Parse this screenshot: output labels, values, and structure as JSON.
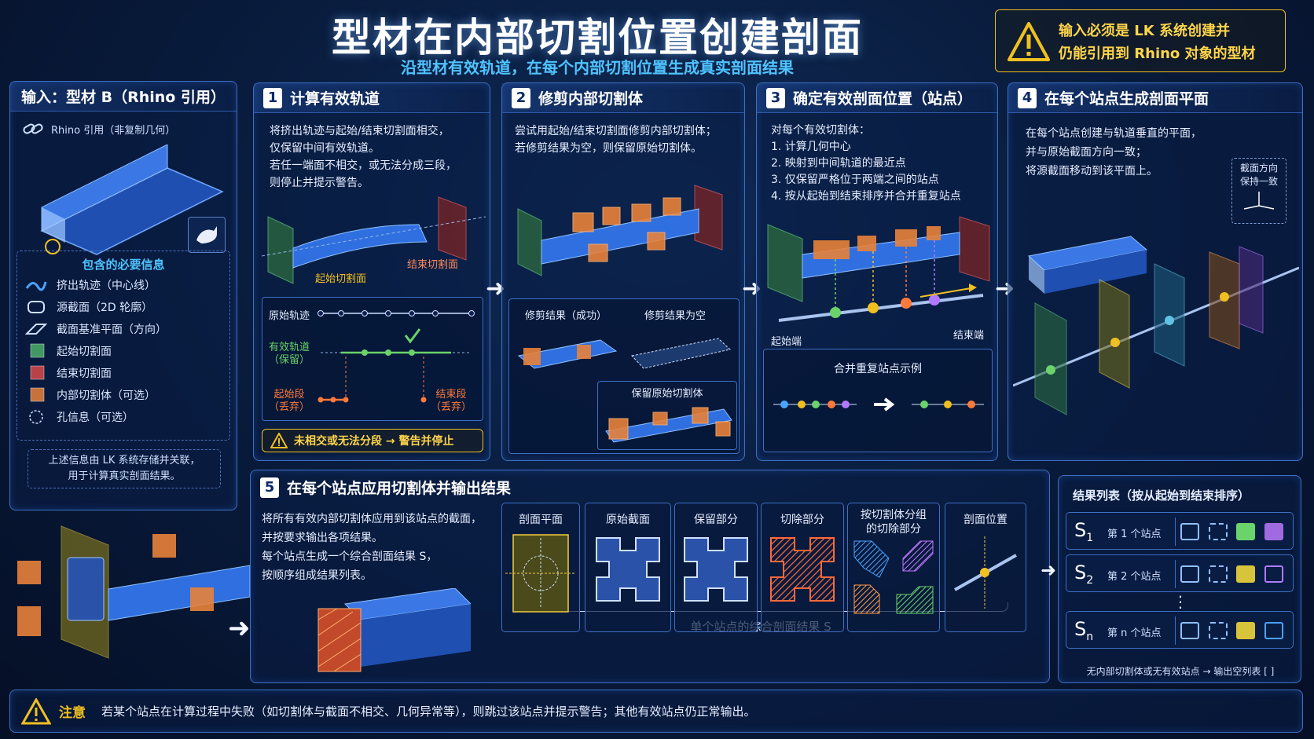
{
  "header": {
    "title": "型材在内部切割位置创建剖面",
    "subtitle": "沿型材有效轨道，在每个内部切割位置生成真实剖面结果",
    "warning_line1": "输入必须是 LK 系统创建并",
    "warning_line2": "仍能引用到 Rhino 对象的型材"
  },
  "input_panel": {
    "title": "输入：型材 B（Rhino 引用）",
    "rhino_ref": "Rhino 引用（非复制几何）",
    "info_title": "包含的必要信息",
    "items": [
      {
        "label": "挤出轨迹（中心线）",
        "icon": "curve-icon",
        "color": "#4aa3ff"
      },
      {
        "label": "源截面（2D 轮廓）",
        "icon": "profile-icon",
        "color": "#cfe0ff"
      },
      {
        "label": "截面基准平面（方向）",
        "icon": "plane-icon",
        "color": "#cfe0ff"
      },
      {
        "label": "起始切割面",
        "icon": "green-box-icon",
        "color": "#4caf6a"
      },
      {
        "label": "结束切割面",
        "icon": "red-box-icon",
        "color": "#d84a4a"
      },
      {
        "label": "内部切割体（可选）",
        "icon": "orange-cube-icon",
        "color": "#e8823a"
      },
      {
        "label": "孔信息（可选）",
        "icon": "dashed-circle-icon",
        "color": "#cfe0ff"
      }
    ],
    "note_line1": "上述信息由 LK 系统存储并关联，",
    "note_line2": "用于计算真实剖面结果。"
  },
  "step1": {
    "num": "1",
    "title": "计算有效轨道",
    "lines": [
      "将挤出轨迹与起始/结束切割面相交，",
      "仅保留中间有效轨道。",
      "若任一端面不相交，或无法分成三段，",
      "则停止并提示警告。"
    ],
    "start_label": "起始切割面",
    "end_label": "结束切割面",
    "orig_rail": "原始轨迹",
    "valid_rail_1": "有效轨道",
    "valid_rail_2": "（保留）",
    "start_seg_1": "起始段",
    "start_seg_2": "（丢弃）",
    "end_seg_1": "结束段",
    "end_seg_2": "（丢弃）",
    "warning": "未相交或无法分段 → 警告并停止"
  },
  "step2": {
    "num": "2",
    "title": "修剪内部切割体",
    "lines": [
      "尝试用起始/结束切割面修剪内部切割体；",
      "若修剪结果为空，则保留原始切割体。"
    ],
    "trim_ok": "修剪结果（成功）",
    "trim_empty": "修剪结果为空",
    "keep_orig": "保留原始切割体"
  },
  "step3": {
    "num": "3",
    "title": "确定有效剖面位置（站点）",
    "lines": [
      "对每个有效切割体：",
      "1. 计算几何中心",
      "2. 映射到中间轨道的最近点",
      "3. 仅保留严格位于两端之间的站点",
      "4. 按从起始到结束排序并合并重复站点"
    ],
    "start_end": "起始端",
    "end_end": "结束端",
    "merge_title": "合并重复站点示例"
  },
  "step4": {
    "num": "4",
    "title": "在每个站点生成剖面平面",
    "lines": [
      "在每个站点创建与轨道垂直的平面，",
      "并与原始截面方向一致；",
      "将源截面移动到该平面上。"
    ],
    "orient_1": "截面方向",
    "orient_2": "保持一致"
  },
  "step5": {
    "num": "5",
    "title": "在每个站点应用切割体并输出结果",
    "lines": [
      "将所有有效内部切割体应用到该站点的截面，",
      "并按要求输出各项结果。",
      "每个站点生成一个综合剖面结果 S，",
      "按顺序组成结果列表。"
    ],
    "cols": [
      "剖面平面",
      "原始截面",
      "保留部分",
      "切除部分",
      "按切割体分组",
      "剖面位置"
    ],
    "col5_line2": "的切除部分",
    "brace_label": "单个站点的综合剖面结果 S"
  },
  "results": {
    "title": "结果列表（按从起始到结束排序）",
    "rows": [
      {
        "sym": "S",
        "sub": "1",
        "label": "第 1 个站点"
      },
      {
        "sym": "S",
        "sub": "2",
        "label": "第 2 个站点"
      },
      {
        "sym": "S",
        "sub": "n",
        "label": "第 n 个站点"
      }
    ],
    "dots": "⋮",
    "empty_note": "无内部切割体或无有效站点 → 输出空列表 [ ]"
  },
  "footer": {
    "label": "注意",
    "text": "若某个站点在计算过程中失败（如切割体与截面不相交、几何异常等），则跳过该站点并提示警告；其他有效站点仍正常输出。"
  },
  "colors": {
    "accent": "#4fc3ff",
    "warning": "#f0c020",
    "green": "#4caf6a",
    "red": "#d84a4a",
    "orange": "#e8823a",
    "blue": "#2f6fe0"
  }
}
